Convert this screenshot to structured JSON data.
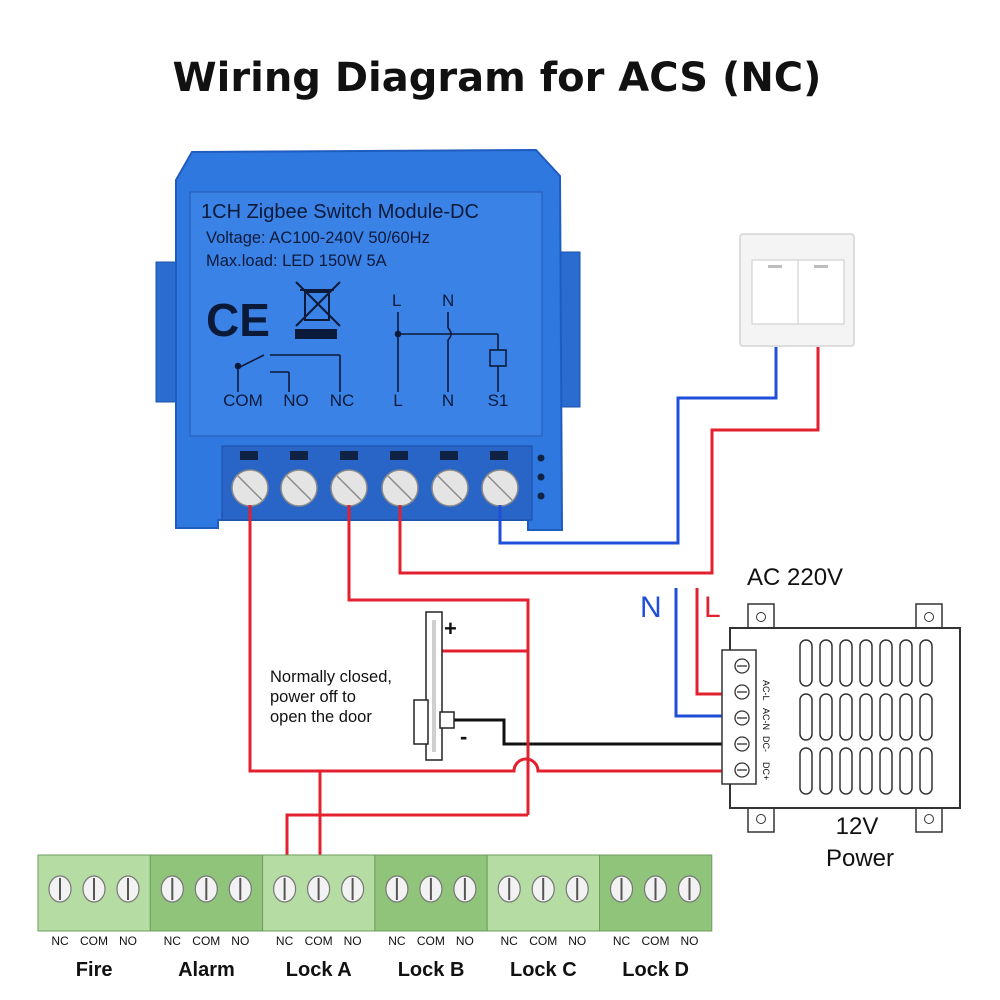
{
  "title": "Wiring Diagram for ACS (NC)",
  "module": {
    "name": "1CH Zigbee Switch Module-DC",
    "voltage": "Voltage: AC100-240V 50/60Hz",
    "max_load": "Max.load: LED 150W 5A",
    "ce_mark": "CE",
    "schematic_L": "L",
    "schematic_N": "N",
    "terminal_labels": [
      "COM",
      "NO",
      "NC",
      "L",
      "N",
      "S1"
    ]
  },
  "power": {
    "ac_label": "AC 220V",
    "n_label": "N",
    "l_label": "L",
    "terminal_labels": [
      "AC-L",
      "AC-N",
      "DC-",
      "DC+"
    ],
    "name_line1": "12V",
    "name_line2": "Power"
  },
  "lock": {
    "plus": "+",
    "minus": "-",
    "note_lines": [
      "Normally closed,",
      "power off to",
      "open the door"
    ]
  },
  "controller": {
    "groups": [
      {
        "label": "Fire"
      },
      {
        "label": "Alarm"
      },
      {
        "label": "Lock A"
      },
      {
        "label": "Lock B"
      },
      {
        "label": "Lock C"
      },
      {
        "label": "Lock D"
      }
    ],
    "terminal_labels": [
      "NC",
      "COM",
      "NO"
    ]
  },
  "colors": {
    "module_blue": "#2f78e0",
    "wire_red": "#e3202f",
    "wire_blue": "#1f4fd8",
    "wire_black": "#111111",
    "terminal_green_light": "#b5dca2",
    "terminal_green_dark": "#8fc47a"
  }
}
